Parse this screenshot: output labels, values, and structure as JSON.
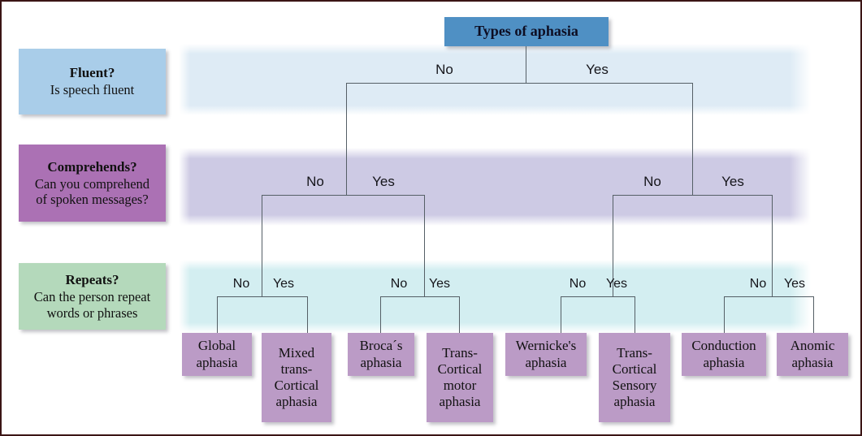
{
  "diagram": {
    "title": "Types of aphasia",
    "root": {
      "label": "Types of aphasia"
    },
    "questions": [
      {
        "id": "fluent",
        "title": "Fluent?",
        "subtitle": "Is speech fluent",
        "color": "#a9cde9"
      },
      {
        "id": "comprehends",
        "title": "Comprehends?",
        "subtitle_line1": "Can you comprehend",
        "subtitle_line2": "of spoken messages?",
        "color": "#ab71b4"
      },
      {
        "id": "repeats",
        "title": "Repeats?",
        "subtitle_line1": "Can the person repeat",
        "subtitle_line2": "words or phrases",
        "color": "#b4d9bb"
      }
    ],
    "branch_labels": {
      "level1": {
        "no": "No",
        "yes": "Yes"
      },
      "level2_left": {
        "no": "No",
        "yes": "Yes"
      },
      "level2_right": {
        "no": "No",
        "yes": "Yes"
      },
      "level3_a": {
        "no": "No",
        "yes": "Yes"
      },
      "level3_b": {
        "no": "No",
        "yes": "Yes"
      },
      "level3_c": {
        "no": "No",
        "yes": "Yes"
      },
      "level3_d": {
        "no": "No",
        "yes": "Yes"
      }
    },
    "outcomes": [
      {
        "id": "global",
        "lines": [
          "Global",
          "aphasia"
        ]
      },
      {
        "id": "mixed-transcortical",
        "lines": [
          "Mixed",
          "trans-",
          "Cortical",
          "aphasia"
        ]
      },
      {
        "id": "brocas",
        "lines": [
          "Broca´s",
          "aphasia"
        ]
      },
      {
        "id": "transcortical-motor",
        "lines": [
          "Trans-",
          "Cortical",
          "motor",
          "aphasia"
        ]
      },
      {
        "id": "wernickes",
        "lines": [
          "Wernicke's",
          "aphasia"
        ]
      },
      {
        "id": "transcortical-sensory",
        "lines": [
          "Trans-",
          "Cortical",
          "Sensory",
          "aphasia"
        ]
      },
      {
        "id": "conduction",
        "lines": [
          "Conduction",
          "aphasia"
        ]
      },
      {
        "id": "anomic",
        "lines": [
          "Anomic",
          "aphasia"
        ]
      }
    ],
    "colors": {
      "root_box": "#4f90c4",
      "question_fluent": "#a9cde9",
      "question_comprehends": "#ab71b4",
      "question_repeats": "#b4d9bb",
      "outcome_box": "#bb9bc6",
      "band_fluent": "#deebf5",
      "band_comprehends": "#cdcae4",
      "band_repeats": "#d3eef1",
      "connector": "#555f66",
      "frame": "#3b1515"
    }
  }
}
